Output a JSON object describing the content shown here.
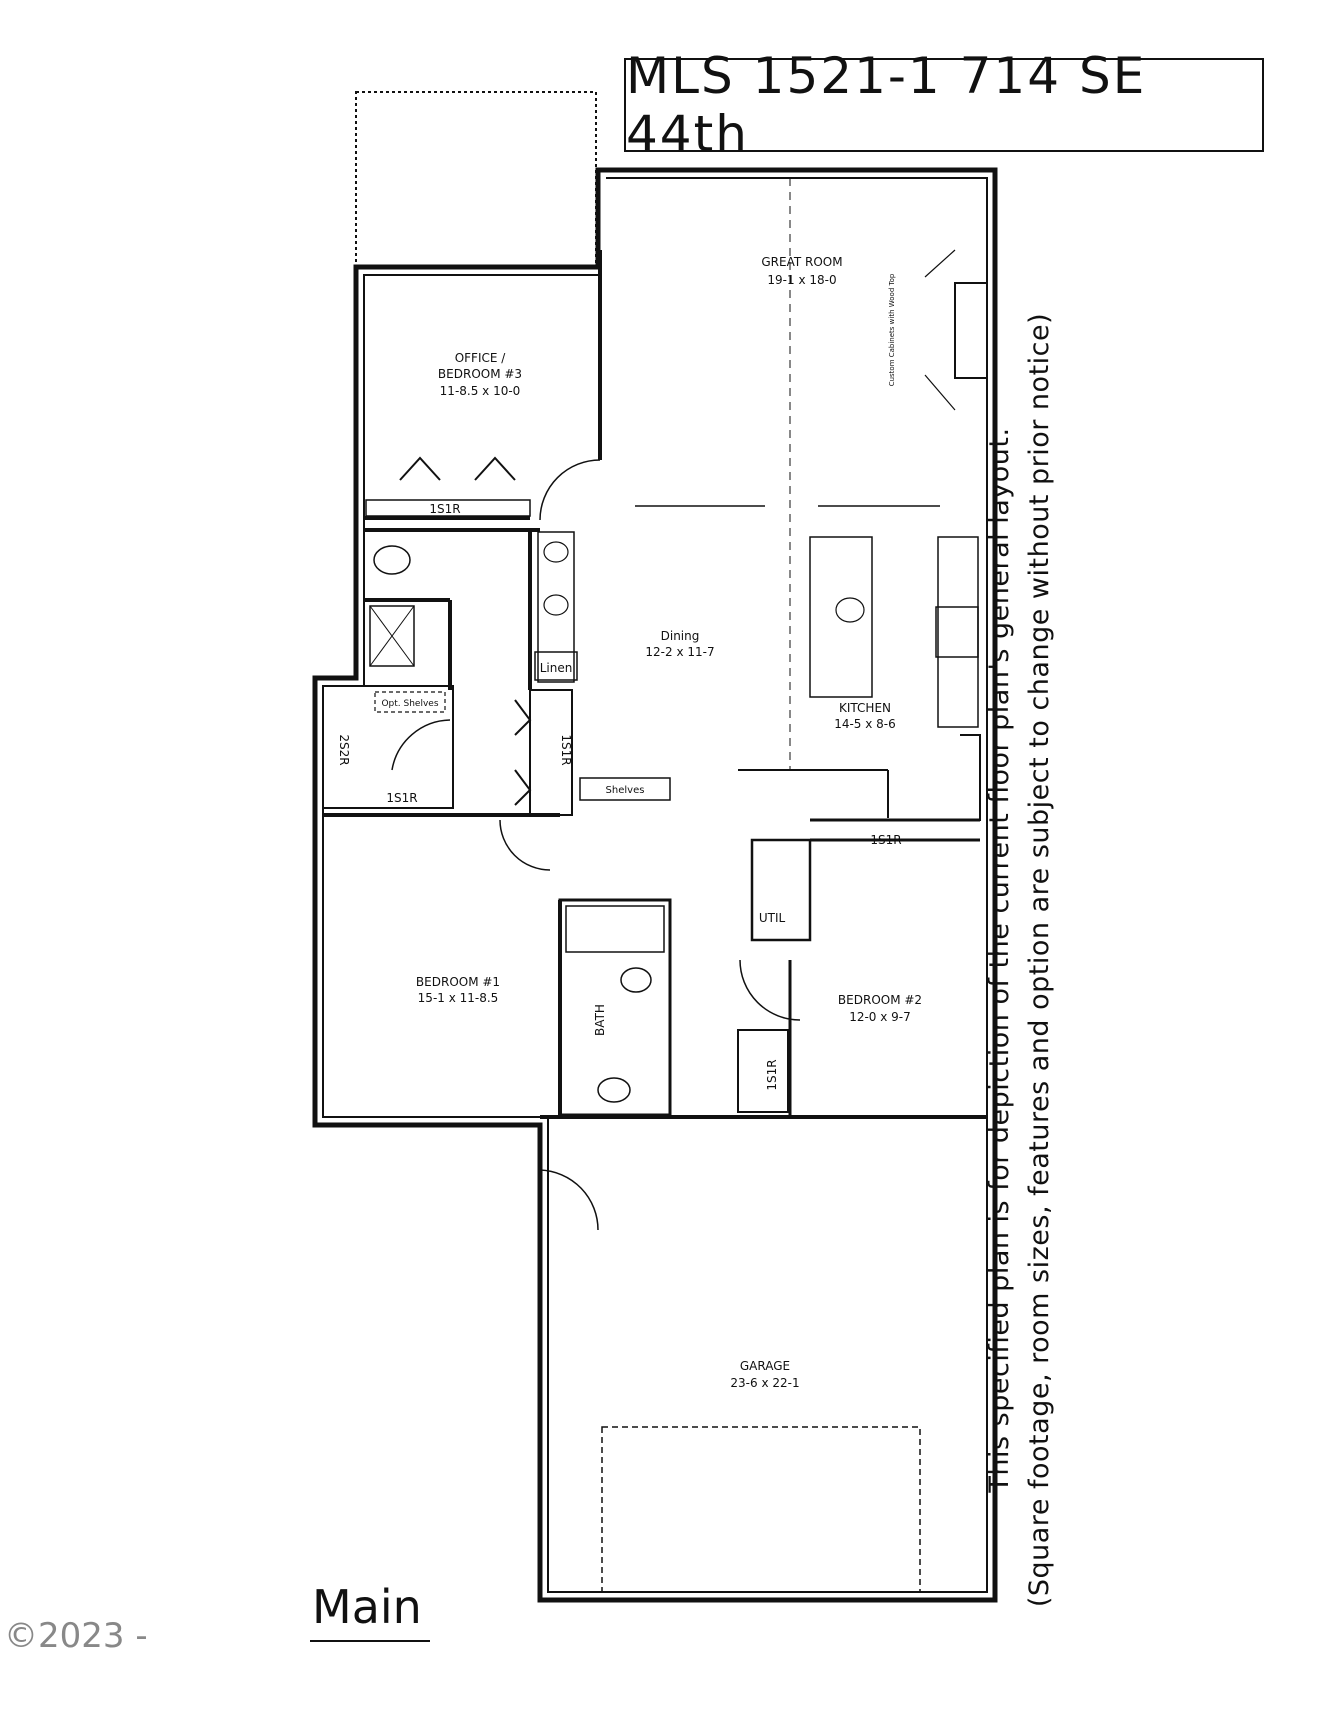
{
  "title": "MLS 1521-1 714 SE 44th",
  "side_note": {
    "line1": "This specified plan is for depiction of the current floor plan's general layout.",
    "line2": "(Square footage, room sizes, features and option are subject to change without prior notice)"
  },
  "level_label": "Main",
  "copyright": "©2023 -",
  "rooms": {
    "great_room": {
      "name": "GREAT ROOM",
      "size": "19-1 x 18-0"
    },
    "office": {
      "name1": "OFFICE /",
      "name2": "BEDROOM #3",
      "size": "11-8.5 x 10-0"
    },
    "dining": {
      "name": "Dining",
      "size": "12-2 x 11-7"
    },
    "kitchen": {
      "name": "KITCHEN",
      "size": "14-5 x 8-6"
    },
    "bedroom1": {
      "name": "BEDROOM #1",
      "size": "15-1 x 11-8.5"
    },
    "bedroom2": {
      "name": "BEDROOM #2",
      "size": "12-0 x 9-7"
    },
    "garage": {
      "name": "GARAGE",
      "size": "23-6 x 22-1"
    },
    "bath": {
      "name": "BATH"
    }
  },
  "labels": {
    "shelf_office": "1S1R",
    "linen": "Linen",
    "opt_shelves": "Opt. Shelves",
    "closet_2s2r": "2S2R",
    "closet_master": "1S1R",
    "closet_hall": "1S1R",
    "shelves": "Shelves",
    "bed2_shelf": "1S1R",
    "util": "UTIL",
    "bath_closet": "1S1R",
    "cabinets": "Custom Cabinets with Wood Top"
  }
}
